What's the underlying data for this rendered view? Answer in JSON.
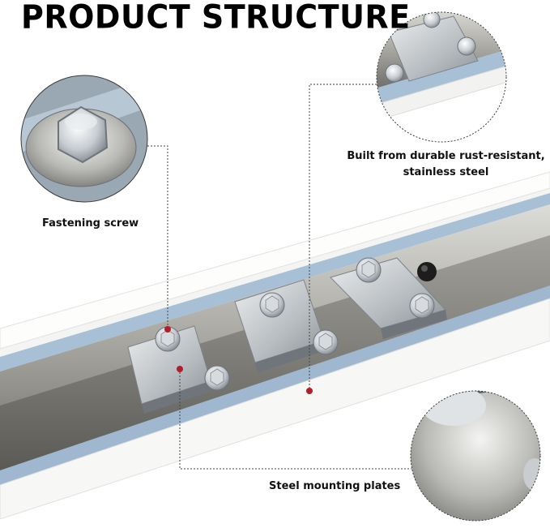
{
  "title": "PRODUCT STRUCTURE",
  "callouts": {
    "fastening_screw": "Fastening screw",
    "steel_line1": "Built from durable rust-resistant,",
    "steel_line2": "stainless steel",
    "mounting_plates": "Steel mounting plates"
  },
  "colors": {
    "marker": "#b01e2a",
    "leader_line": "#444444",
    "rail_blue": "#9fb8cf"
  }
}
